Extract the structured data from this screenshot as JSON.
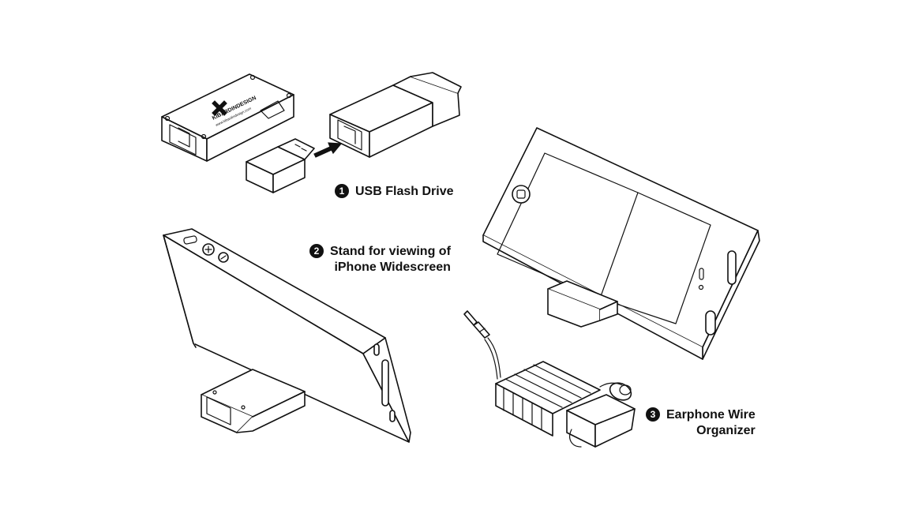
{
  "labels": [
    {
      "number": "1",
      "lines": [
        "USB Flash Drive"
      ]
    },
    {
      "number": "2",
      "lines": [
        "Stand for viewing of",
        "iPhone Widescreen"
      ]
    },
    {
      "number": "3",
      "lines": [
        "Earphone Wire",
        "Organizer"
      ]
    }
  ],
  "logo": {
    "brand": "KIBARDINDESIGN",
    "url": "www.kibardindesign.com"
  }
}
